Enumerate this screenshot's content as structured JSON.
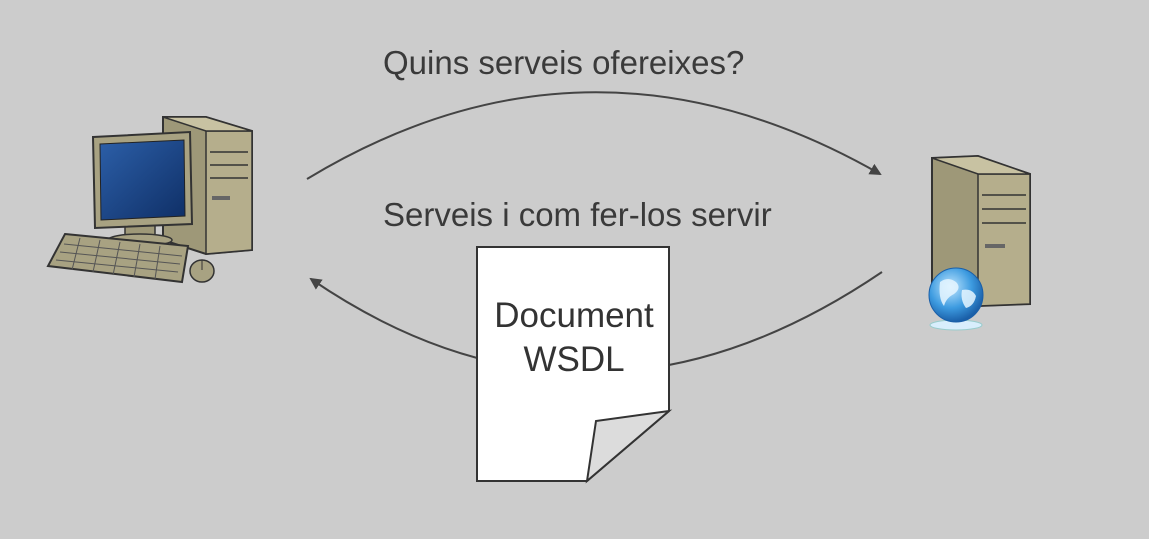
{
  "request_label": "Quins serveis ofereixes?",
  "response_label": "Serveis i com fer-los servir",
  "document": {
    "line1": "Document",
    "line2": "WSDL"
  },
  "colors": {
    "background": "#cccccc",
    "arrow": "#444444",
    "text": "#3a3a3a",
    "tower": "#a09a7a",
    "screen": "#1f4a8a",
    "globe": "#3d9be0"
  },
  "icons": {
    "client": "desktop-computer-icon",
    "server": "server-tower-icon",
    "web": "globe-icon",
    "file": "document-icon"
  }
}
